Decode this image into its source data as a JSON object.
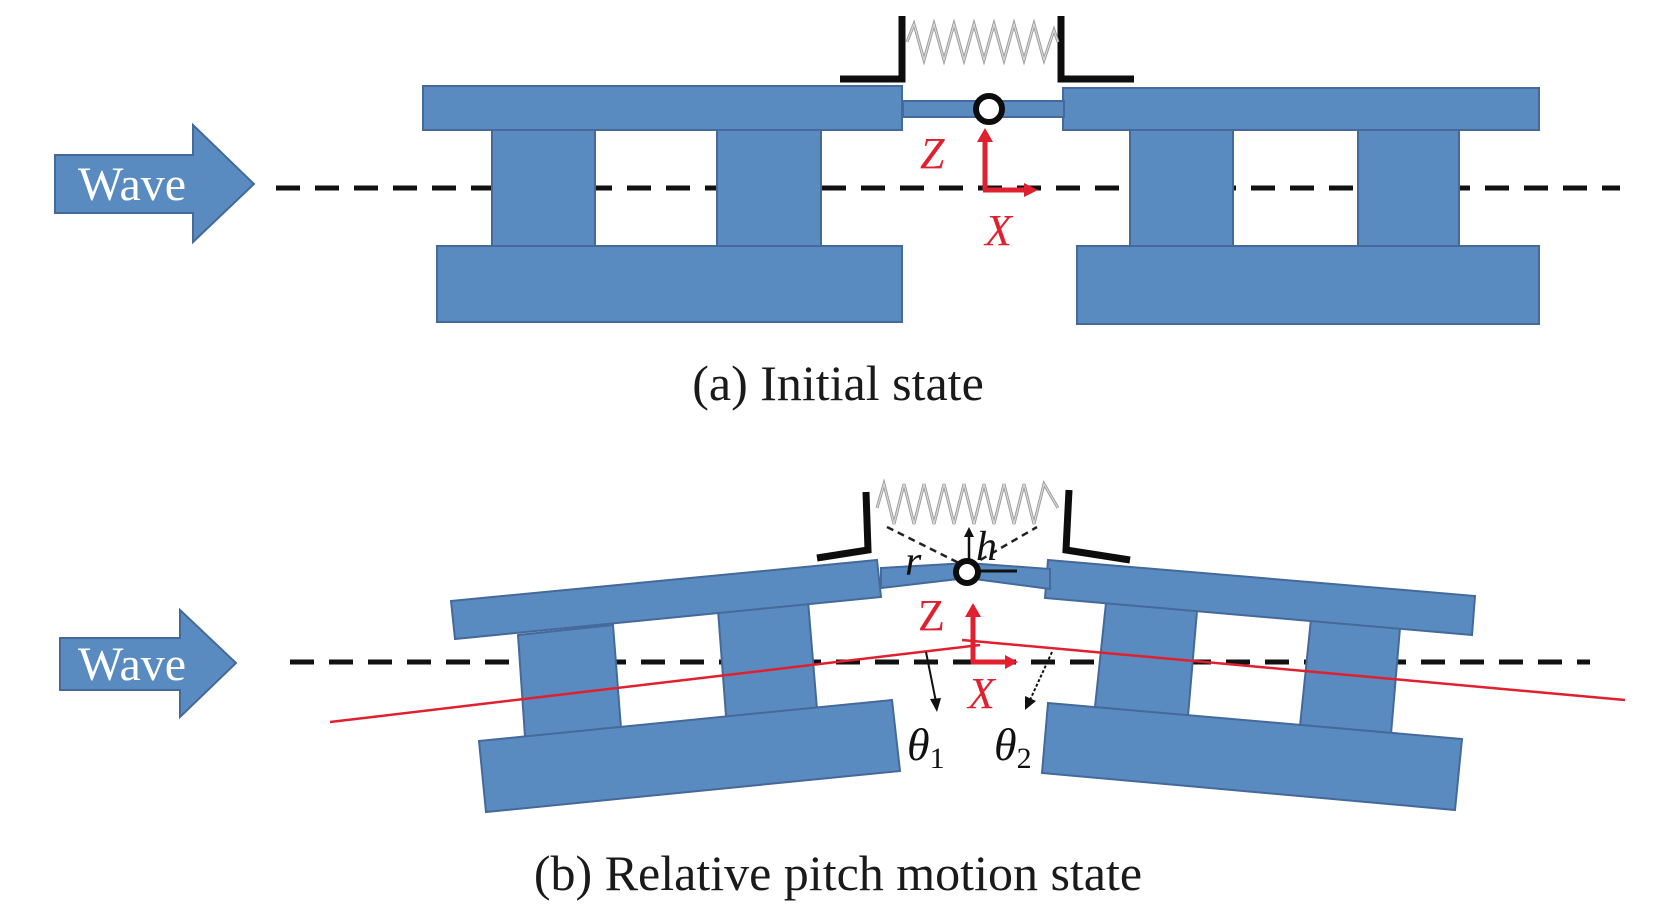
{
  "figure": {
    "panel_a": {
      "caption": "(a) Initial state",
      "wave_label": "Wave",
      "axis_z": "Z",
      "axis_x": "X"
    },
    "panel_b": {
      "caption": "(b) Relative pitch motion state",
      "wave_label": "Wave",
      "axis_z": "Z",
      "axis_x": "X",
      "label_r": "r",
      "label_h": "h",
      "label_theta1": "θ",
      "label_theta1_sub": "1",
      "label_theta2": "θ",
      "label_theta2_sub": "2"
    },
    "colors": {
      "module_fill": "#5a8bc0",
      "module_edge": "#44699a",
      "axis_red": "#e0202e",
      "bracket_black": "#0d0d0d",
      "spring_gray": "#9a9a9a"
    }
  }
}
